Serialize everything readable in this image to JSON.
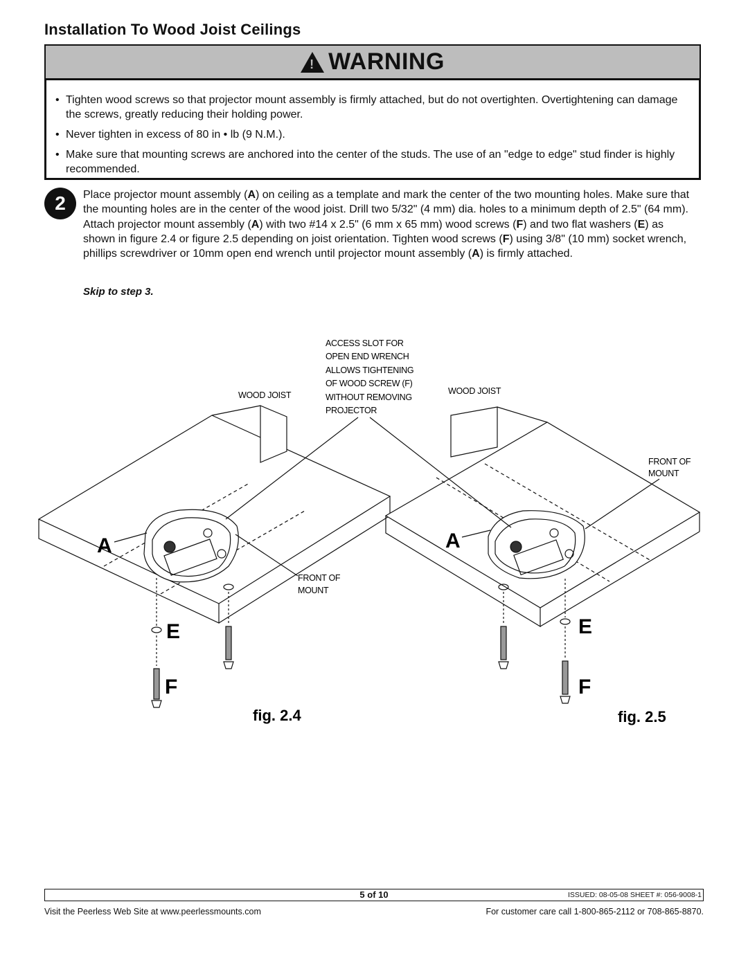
{
  "page_title": "Installation To Wood Joist Ceilings",
  "warning": {
    "heading": "WARNING",
    "bullets": [
      "Tighten wood screws so that projector mount assembly is firmly attached, but do not overtighten. Overtightening can damage the screws, greatly reducing their holding power.",
      "Never tighten in excess of 80 in • lb (9 N.M.).",
      "Make sure that mounting screws are anchored into the center of the studs. The use of an \"edge to edge\" stud finder is highly recommended."
    ]
  },
  "step": {
    "number": "2",
    "text_parts": [
      "Place projector mount assembly (",
      "A",
      ") on ceiling as a template and mark the center of the two mounting holes. Make sure that the mounting holes are in the center of the wood joist. Drill two 5/32\" (4 mm) dia. holes to a minimum depth of 2.5\" (64 mm). Attach projector mount assembly (",
      "A",
      ") with two #14 x 2.5\" (6 mm x 65 mm) wood screws (",
      "F",
      ") and two flat washers (",
      "E",
      ") as shown in figure 2.4 or figure 2.5 depending on joist orientation. Tighten wood screws (",
      "F",
      ") using 3/8\" (10 mm) socket wrench, phillips screwdriver or 10mm open end wrench until projector mount assembly (",
      "A",
      ") is firmly attached."
    ],
    "skip_note": "Skip to step 3."
  },
  "figures": {
    "access_slot_lines": [
      "ACCESS SLOT FOR",
      "OPEN END WRENCH",
      "ALLOWS TIGHTENING",
      "OF WOOD SCREW (F)",
      "WITHOUT REMOVING",
      "PROJECTOR"
    ],
    "wood_joist": "WOOD JOIST",
    "front_of": "FRONT OF",
    "mount": "MOUNT",
    "letter_a": "A",
    "letter_e": "E",
    "letter_f": "F",
    "fig_left": "fig. 2.4",
    "fig_right": "fig. 2.5"
  },
  "footer": {
    "page": "5 of 10",
    "issued": "ISSUED: 08-05-08  SHEET #: 056-9008-1",
    "visit": "Visit  the  Peerless  Web  Site  at  www.peerlessmounts.com",
    "care": "For customer care call  1-800-865-2112  or  708-865-8870."
  }
}
